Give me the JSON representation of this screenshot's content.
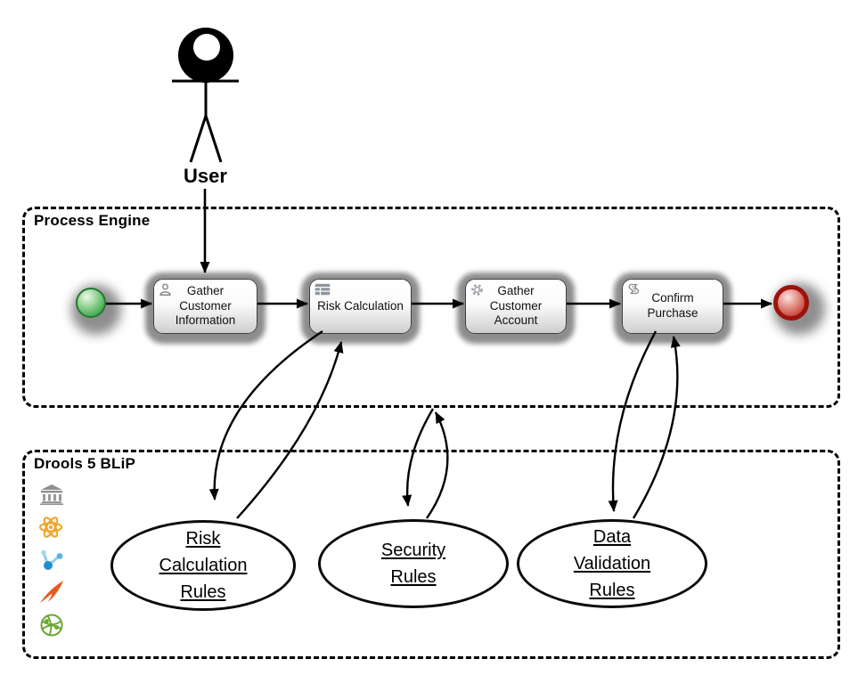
{
  "diagram": {
    "actor": {
      "label": "User"
    },
    "process_engine": {
      "title": "Process Engine",
      "start_event": {
        "name": "start-event",
        "color": "#3da64a"
      },
      "end_event": {
        "name": "end-event",
        "color": "#c0392b"
      },
      "tasks": [
        {
          "label": "Gather Customer Information",
          "icon": "person-icon"
        },
        {
          "label": "Risk Calculation",
          "icon": "business-rule-table-icon"
        },
        {
          "label": "Gather Customer Account",
          "icon": "gear-icon"
        },
        {
          "label": "Confirm Purchase",
          "icon": "script-scroll-icon"
        }
      ]
    },
    "rules_platform": {
      "title": "Drools 5 BLiP",
      "logo_icons": [
        "temple-icon",
        "flower-atom-icon",
        "molecule-icon",
        "comet-icon",
        "yarn-ball-icon"
      ],
      "rule_nodes": [
        {
          "label": "Risk Calculation Rules"
        },
        {
          "label": "Security Rules"
        },
        {
          "label": "Data Validation Rules"
        }
      ]
    },
    "colors": {
      "node_glow": "#8d8d8d",
      "start_event_green": "#3da64a",
      "end_event_red": "#c0392b",
      "connector": "#000000"
    }
  }
}
